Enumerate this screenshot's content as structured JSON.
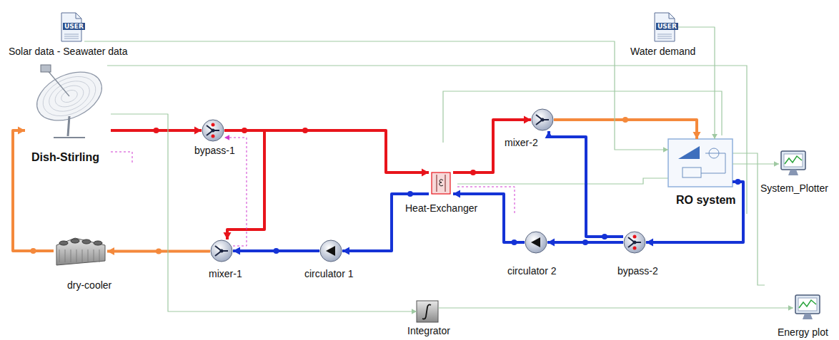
{
  "diagram": {
    "nodes": [
      {
        "text": [
          "Solar data - Seawater data"
        ]
      },
      {
        "text": [
          "Water demand"
        ]
      },
      {
        "text": [
          "Dish-Stirling"
        ]
      },
      {
        "text": [
          "bypass-1"
        ]
      },
      {
        "text": [
          "Heat-Exchanger"
        ]
      },
      {
        "text": [
          "mixer-2"
        ]
      },
      {
        "text": [
          "RO system"
        ]
      },
      {
        "text": [
          "System_Plotter"
        ]
      },
      {
        "text": [
          "dry-cooler"
        ]
      },
      {
        "text": [
          "mixer-1"
        ]
      },
      {
        "text": [
          "circulator 1"
        ]
      },
      {
        "text": [
          "circulator 2"
        ]
      },
      {
        "text": [
          "bypass-2"
        ]
      },
      {
        "text": [
          "Integrator"
        ]
      },
      {
        "text": [
          "Energy plot"
        ]
      }
    ],
    "edges": [
      {
        "from": 2,
        "to": 3,
        "arrow": "to"
      },
      {
        "from": 3,
        "to": 4,
        "arrow": "to"
      },
      {
        "from": 3,
        "to": 9,
        "arrow": "to"
      },
      {
        "from": 4,
        "to": 10,
        "arrow": "to"
      },
      {
        "from": 10,
        "to": 9,
        "arrow": "to"
      },
      {
        "from": 9,
        "to": 8,
        "arrow": "to"
      },
      {
        "from": 8,
        "to": 2,
        "arrow": "to"
      },
      {
        "from": 4,
        "to": 5,
        "arrow": "to"
      },
      {
        "from": 5,
        "to": 6,
        "arrow": "to"
      },
      {
        "from": 6,
        "to": 12,
        "arrow": "to"
      },
      {
        "from": 12,
        "to": 11,
        "arrow": "to"
      },
      {
        "from": 11,
        "to": 4,
        "arrow": "to"
      },
      {
        "from": 12,
        "to": 5,
        "arrow": "to"
      },
      {
        "from": 0,
        "to": 6,
        "arrow": "to"
      },
      {
        "from": 1,
        "to": 6,
        "arrow": "to"
      },
      {
        "from": 6,
        "to": 7,
        "arrow": "to"
      },
      {
        "from": 2,
        "to": 13,
        "arrow": "to"
      },
      {
        "from": 13,
        "to": 14,
        "arrow": "to"
      },
      {
        "from": 9,
        "to": 3,
        "arrow": "to"
      }
    ],
    "labels": [
      "USER",
      "USER"
    ]
  }
}
